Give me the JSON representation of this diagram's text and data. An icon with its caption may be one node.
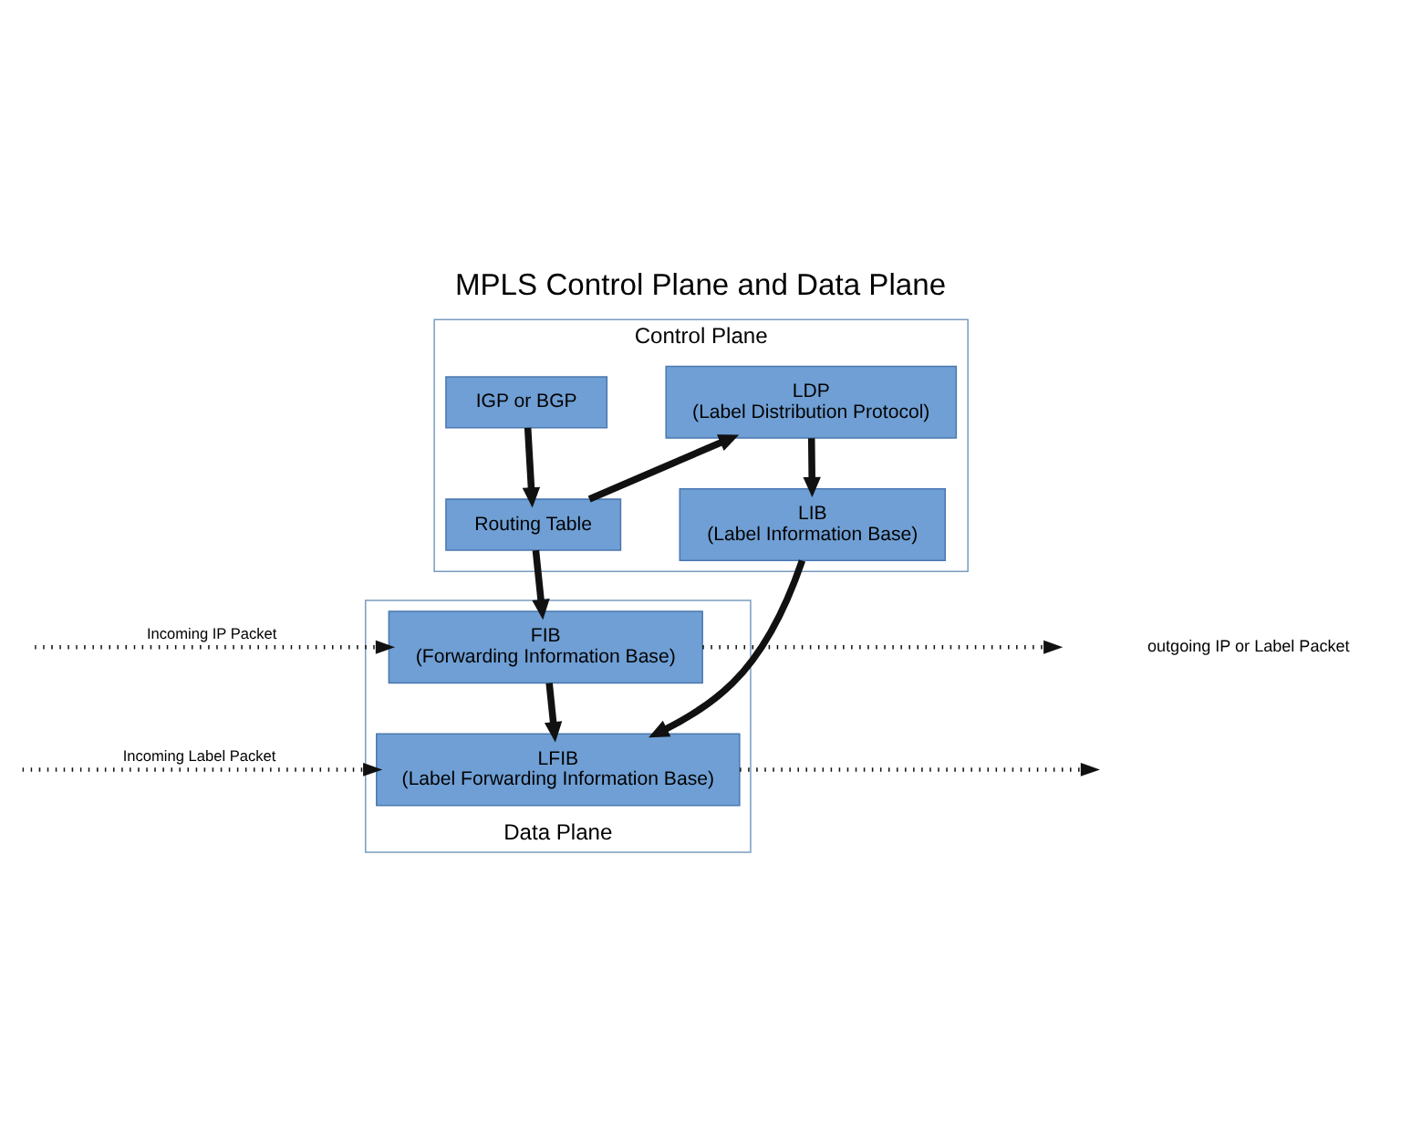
{
  "diagram": {
    "title": "MPLS Control Plane and Data Plane",
    "nodes": [
      {
        "text": [
          "Control Plane"
        ]
      },
      {
        "text": [
          "IGP or BGP"
        ],
        "in": 0
      },
      {
        "text": [
          "LDP",
          "(Label Distribution Protocol)"
        ],
        "in": 0
      },
      {
        "text": [
          "Routing Table"
        ],
        "in": 0
      },
      {
        "text": [
          "LIB",
          "(Label Information Base)"
        ],
        "in": 0
      },
      {
        "text": [
          "Data Plane"
        ]
      },
      {
        "text": [
          "FIB",
          "(Forwarding Information Base)"
        ],
        "in": 5
      },
      {
        "text": [
          "LFIB",
          "(Label Forwarding Information Base)"
        ],
        "in": 5
      }
    ],
    "edges": [
      {
        "from": 1,
        "to": 3,
        "arrow": "to"
      },
      {
        "from": 3,
        "to": 2,
        "arrow": "to"
      },
      {
        "from": 2,
        "to": 4,
        "arrow": "to"
      },
      {
        "from": 3,
        "to": 6,
        "arrow": "to"
      },
      {
        "from": 4,
        "to": 7,
        "arrow": "to"
      },
      {
        "from": 6,
        "to": 7,
        "arrow": "to"
      },
      {
        "from": 6,
        "to": null,
        "arrow": "to",
        "style": "dashed"
      },
      {
        "from": 7,
        "to": null,
        "arrow": "to",
        "style": "dashed"
      },
      {
        "from": null,
        "to": 6,
        "arrow": "to",
        "label": "Incoming IP Packet",
        "style": "dashed"
      },
      {
        "from": null,
        "to": 7,
        "arrow": "to",
        "label": "Incoming Label Packet",
        "style": "dashed"
      }
    ],
    "labels": [
      "outgoing IP or Label Packet"
    ]
  }
}
